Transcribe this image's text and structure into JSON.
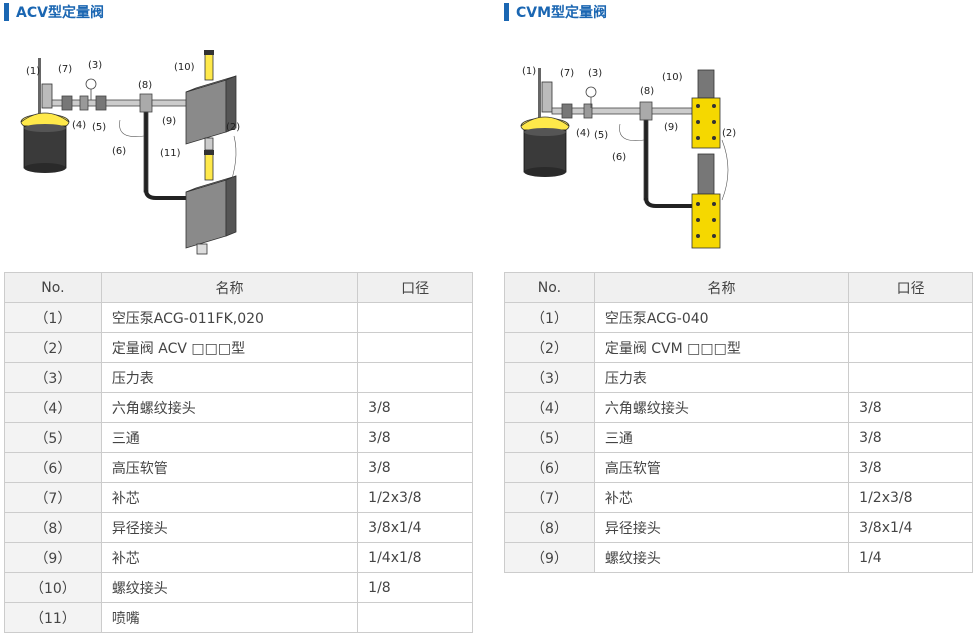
{
  "acv": {
    "title": "ACV型定量阀",
    "diagram_labels": [
      "(1)",
      "(7)",
      "(3)",
      "(10)",
      "(8)",
      "(4)",
      "(5)",
      "(9)",
      "(2)",
      "(6)",
      "(11)"
    ],
    "headers": {
      "no": "No.",
      "name": "名称",
      "size": "口径"
    },
    "rows": [
      {
        "no": "（1）",
        "name": "空压泵ACG-011FK,020",
        "size": ""
      },
      {
        "no": "（2）",
        "name": "定量阀 ACV □□□型",
        "size": ""
      },
      {
        "no": "（3）",
        "name": "压力表",
        "size": ""
      },
      {
        "no": "（4）",
        "name": "六角螺纹接头",
        "size": "3/8"
      },
      {
        "no": "（5）",
        "name": "三通",
        "size": "3/8"
      },
      {
        "no": "（6）",
        "name": "高压软管",
        "size": "3/8"
      },
      {
        "no": "（7）",
        "name": "补芯",
        "size": "1/2x3/8"
      },
      {
        "no": "（8）",
        "name": "异径接头",
        "size": "3/8x1/4"
      },
      {
        "no": "（9）",
        "name": "补芯",
        "size": "1/4x1/8"
      },
      {
        "no": "（10）",
        "name": "螺纹接头",
        "size": "1/8"
      },
      {
        "no": "（11）",
        "name": "喷嘴",
        "size": ""
      }
    ]
  },
  "cvm": {
    "title": "CVM型定量阀",
    "diagram_labels": [
      "(1)",
      "(7)",
      "(3)",
      "(10)",
      "(8)",
      "(4)",
      "(5)",
      "(9)",
      "(2)",
      "(6)"
    ],
    "headers": {
      "no": "No.",
      "name": "名称",
      "size": "口径"
    },
    "rows": [
      {
        "no": "（1）",
        "name": "空压泵ACG-040",
        "size": ""
      },
      {
        "no": "（2）",
        "name": "定量阀 CVM □□□型",
        "size": ""
      },
      {
        "no": "（3）",
        "name": "压力表",
        "size": ""
      },
      {
        "no": "（4）",
        "name": "六角螺纹接头",
        "size": "3/8"
      },
      {
        "no": "（5）",
        "name": "三通",
        "size": "3/8"
      },
      {
        "no": "（6）",
        "name": "高压软管",
        "size": "3/8"
      },
      {
        "no": "（7）",
        "name": "补芯",
        "size": "1/2x3/8"
      },
      {
        "no": "（8）",
        "name": "异径接头",
        "size": "3/8x1/4"
      },
      {
        "no": "（9）",
        "name": "螺纹接头",
        "size": "1/4"
      }
    ]
  },
  "colors": {
    "accent": "#1a66b2",
    "pump_yellow": "#ffe94a",
    "valve_gray": "#8a8a8a",
    "valve_yellow": "#f5d800"
  }
}
